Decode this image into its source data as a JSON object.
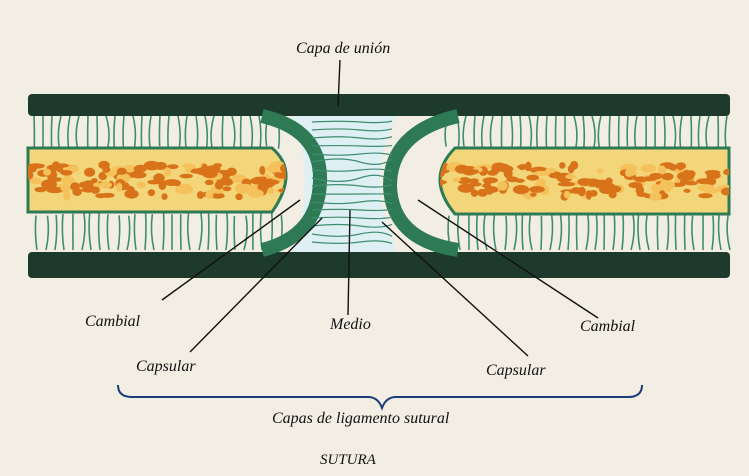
{
  "labels": {
    "top": "Capa de unión",
    "cambial_left": "Cambial",
    "capsular_left": "Capsular",
    "medio": "Medio",
    "cambial_right": "Cambial",
    "capsular_right": "Capsular",
    "ligament_layers": "Capas de ligamento sutural",
    "title": "SUTURA"
  },
  "colors": {
    "page": "#f3eee4",
    "membrane_dark": "#1e3a2c",
    "membrane_green": "#2e7a55",
    "fiber": "#3f8d70",
    "bone_yellow": "#f3d57a",
    "marrow": "#d9731a",
    "marrow_light": "#f5c15a",
    "suture_light": "#dff0f4"
  }
}
